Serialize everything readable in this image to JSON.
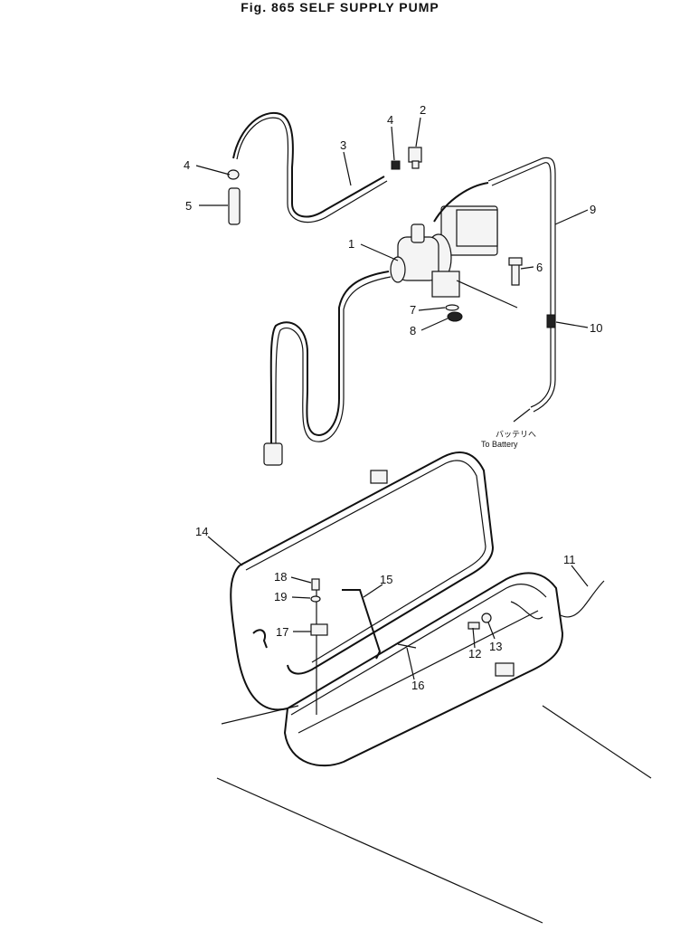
{
  "title": "Fig. 865   SELF SUPPLY PUMP",
  "battery_label_jp": "バッテリへ",
  "battery_label_en": "To Battery",
  "callouts": [
    "1",
    "2",
    "3",
    "4",
    "4",
    "5",
    "6",
    "7",
    "8",
    "9",
    "10",
    "11",
    "12",
    "13",
    "14",
    "15",
    "16",
    "17",
    "18",
    "19"
  ]
}
